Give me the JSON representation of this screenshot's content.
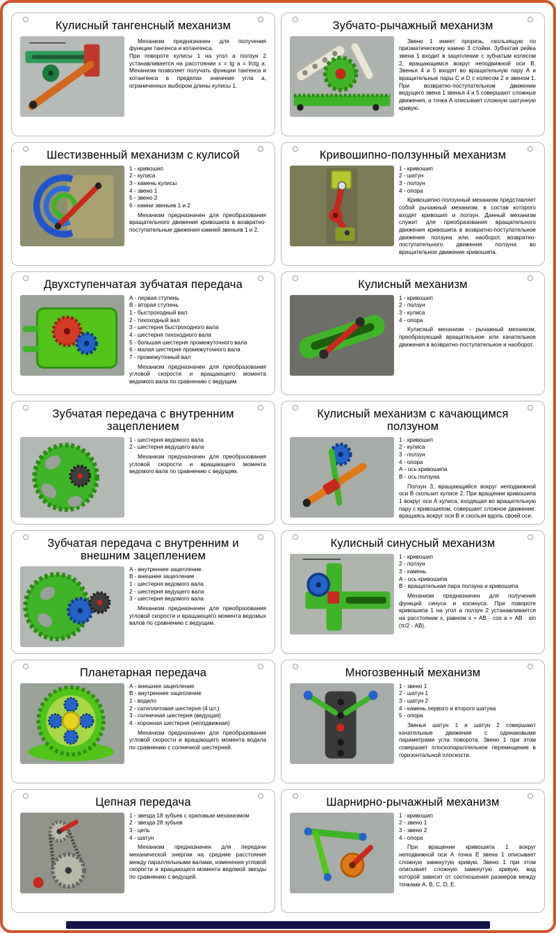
{
  "poster": {
    "border_color": "#d0542c",
    "footer_bar_color": "#15154a"
  },
  "cards": [
    {
      "title": "Кулисный тангенсный механизм",
      "items": [],
      "description": "Механизм предназначен для получения функции тангенса и котангенса.\nПри повороте кулисы 1 на угол a ползун 2 устанавливается на расстоянии x = tg a = l/ctg a. Механизм позволяет получать функции тангенса и котангенса в пределах значения угла a, ограниченных выбором длины кулисы 1."
    },
    {
      "title": "Зубчато-рычажный механизм",
      "items": [],
      "description": "Звено 1 имеет прорезь, скользящую по призматическому камню 3 стойки. Зубчатая рейка звена 1 входит в зацепление с зубчатым колесом 2, вращающимся вокруг неподвижной оси В. Звенья 4 и 5 входят во вращательную пару А и вращательные пары С и D с колесом 2 и звеном 1. При возвратно-поступательном движении ведущего звена 1 звенья 4 и 5 совершают сложные движения, а точка А описывает сложную шатунную кривую."
    },
    {
      "title": "Шестизвенный механизм с кулисой",
      "items": [
        "1 - кривошип",
        "2 - кулиса",
        "3 - камень кулисы",
        "4 - звено 1",
        "5 - звено 2",
        "6 - камни звеньев 1 и 2"
      ],
      "description": "Механизм предназначен для преобразования вращательного движения кривошипа в возвратно-поступательные движения камней звеньев 1 и 2."
    },
    {
      "title": "Кривошипно-ползунный механизм",
      "items": [
        "1 - кривошип",
        "2 - шатун",
        "3 - ползун",
        "4 - опора"
      ],
      "description": "Кривошипно-ползунный механизм представляет собой рычажный механизм, в состав которого входят кривошип и ползун. Данный механизм служит для преобразования вращательного движения кривошипа в возвратно-поступательное движение ползуна или, наоборот, возвратно-поступательного движения ползуна во вращательное движение кривошипа."
    },
    {
      "title": "Двухступенчатая зубчатая передача",
      "items": [
        "А - первая ступень",
        "В - вторая ступень",
        "1 - быстроходный вал",
        "2 - тихоходный вал",
        "3 - шестерня быстроходного вала",
        "4 - шестерня тихоходного вала",
        "5 - большая шестерня промежуточного вала",
        "6 - малая шестерня промежуточного вала",
        "7 - промежуточный вал"
      ],
      "description": "Механизм предназначен для преобразования угловой скорости и вращающего момента ведомого вала по сравнению с ведущим"
    },
    {
      "title": "Кулисный механизм",
      "items": [
        "1 - кривошип",
        "2 - ползун",
        "3 - кулиса",
        "4 - опора"
      ],
      "description": "Кулисный механизм - рычажный механизм, преобразующий вращательное или качательное движения в возвратно-поступательное и наоборот."
    },
    {
      "title": "Зубчатая передача с внутренним зацеплением",
      "items": [
        "1 - шестерня ведомого вала",
        "2 - шестерня ведущего вала"
      ],
      "description": "Механизм предназначен для преобразования угловой скорости и вращающего момента ведомого вала по сравнению с ведущим."
    },
    {
      "title": "Кулисный механизм с качающимся ползуном",
      "items": [
        "1 - кривошип",
        "2 - кулиса",
        "3 - ползун",
        "4 - опора",
        "А - ось кривошипа",
        "В - ось ползуна"
      ],
      "description": "Ползун 3, вращающийся вокруг неподвижной оси В скользит кулисе 2. При вращении кривошипа 1 вокруг оси А кулиса, входящая во вращательную пару с кривошипом, совершает сложное движение: вращаясь вокруг оси В и скользя вдоль своей оси."
    },
    {
      "title": "Зубчатая передача с внутренним и внешним зацеплением",
      "items": [
        "А - внутреннее зацепление",
        "В - внешнее зацепление",
        "1 - шестерня ведомого вала",
        "2 - шестерня ведущего вала",
        "3 - шестерня ведомого вала"
      ],
      "description": "Механизм предназначен для преобразования угловой скорости и вращающего момента ведомых валов по сравнению с ведущим."
    },
    {
      "title": "Кулисный синусный механизм",
      "items": [
        "1 - кривошип",
        "2 - ползун",
        "3 - камень",
        "А - ось кривошипа",
        "В - вращательная пара ползуна и кривошипа"
      ],
      "description": "Механизм предназначен для получения функций синуса и косинуса. При повороте кривошипа 1 на угол a ползун 2 устанавливается на расстоянии х, равном х = АВ · cos a = АВ · sin (π/2 - АВ)."
    },
    {
      "title": "Планетарная передача",
      "items": [
        "А - внешнее зацепление",
        "В - внутреннее зацепление",
        "1 - водило",
        "2 - сателлитовая шестерня (4 шт.)",
        "3 - солнечная шестерня (ведущая)",
        "4 - коронная шестерня (неподвижная)"
      ],
      "description": "Механизм предназначен для преобразования угловой скорости и вращающего момента водила по сравнению с солнечной шестерней."
    },
    {
      "title": "Многозвенный механизм",
      "items": [
        "1 - звено 1",
        "2 - шатун 1",
        "3 - шатун 2",
        "4 - камень первого и второго шатуна",
        "5 - опора"
      ],
      "description": "Звенья шатун 1 и шатун 2 совершают качательные движения с одинаковыми параметрами угла поворота. Звено 1 при этом совершает плоскопараллельное перемещение в горизонтальной плоскости."
    },
    {
      "title": "Цепная передача",
      "items": [
        "1 - звезда 18 зубьев с храповым механизмом",
        "2 - звезда 28 зубьев",
        "3 - цепь",
        "4 - шатун"
      ],
      "description": "Механизм предназначен для передачи механической энергии на средние расстояния между параллельными валами, изменения угловой скорости и вращающего момента ведомой звезды по сравнению с ведущей."
    },
    {
      "title": "Шарнирно-рычажный механизм",
      "items": [
        "1 - кривошип",
        "2 - звено 1",
        "3 - звено 2",
        "4 - опора"
      ],
      "description": "При вращении кривошипа 1 вокруг неподвижной оси А точка Е звена 1 описывает сложную замкнутую кривую. Звено 1 при этом описывает сложную замкнутую кривую, вид которой зависит от соотношения размеров между точками А, В, С, D, Е."
    }
  ]
}
